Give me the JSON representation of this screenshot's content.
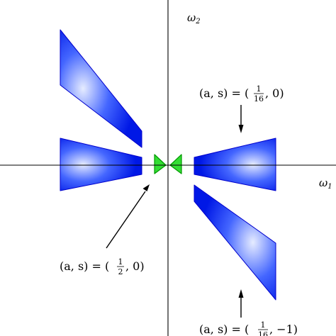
{
  "axes": {
    "x_label_var": "ω",
    "x_label_sub": "1",
    "y_label_var": "ω",
    "y_label_sub": "2"
  },
  "colors": {
    "blue_edge": "#0000cc",
    "blue_light": "#e6ecff",
    "blue_mid": "#4466ff",
    "blue_dark": "#0018e6",
    "green_fill": "#33dd33",
    "green_edge": "#009900",
    "axis": "#000000"
  },
  "annotations": [
    {
      "id": "top-right",
      "lhs": "(a, s) = (",
      "frac_num": "1",
      "frac_den": "16",
      "rhs": ", 0)"
    },
    {
      "id": "left",
      "lhs": "(a, s) = (",
      "frac_num": "1",
      "frac_den": "2",
      "rhs": ", 0)"
    },
    {
      "id": "bottom-right",
      "lhs": "(a, s) = (",
      "frac_num": "1",
      "frac_den": "16",
      "rhs": ", −1)"
    }
  ]
}
